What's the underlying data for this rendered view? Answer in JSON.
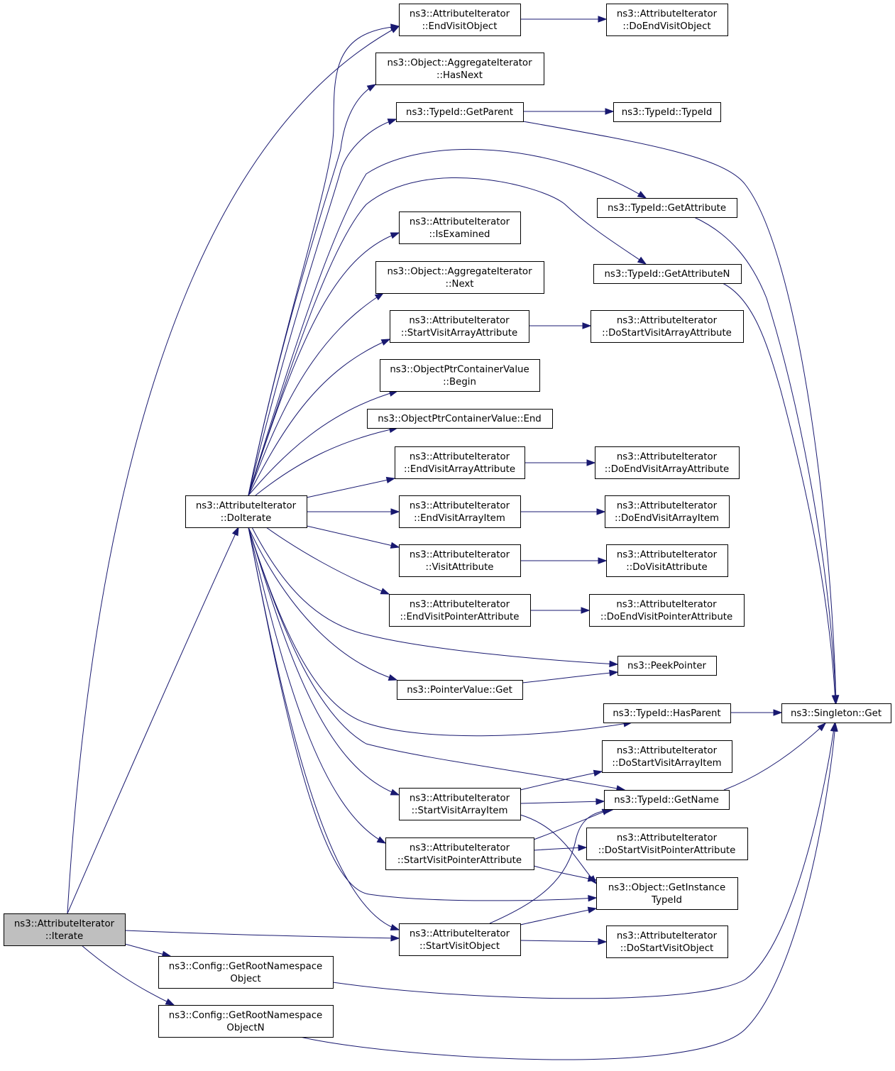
{
  "nodes": {
    "iterate": [
      "ns3::AttributeIterator",
      "::Iterate"
    ],
    "doIterate": [
      "ns3::AttributeIterator",
      "::DoIterate"
    ],
    "getRootNs": [
      "ns3::Config::GetRootNamespace",
      "Object"
    ],
    "getRootNsN": [
      "ns3::Config::GetRootNamespace",
      "ObjectN"
    ],
    "endVisitObject": [
      "ns3::AttributeIterator",
      "::EndVisitObject"
    ],
    "doEndVisitObject": [
      "ns3::AttributeIterator",
      "::DoEndVisitObject"
    ],
    "aggHasNext": [
      "ns3::Object::AggregateIterator",
      "::HasNext"
    ],
    "getParent": [
      "ns3::TypeId::GetParent"
    ],
    "typeIdCtor": [
      "ns3::TypeId::TypeId"
    ],
    "getAttribute": [
      "ns3::TypeId::GetAttribute"
    ],
    "isExamined": [
      "ns3::AttributeIterator",
      "::IsExamined"
    ],
    "getAttributeN": [
      "ns3::TypeId::GetAttributeN"
    ],
    "aggNext": [
      "ns3::Object::AggregateIterator",
      "::Next"
    ],
    "startVisitArrayAttr": [
      "ns3::AttributeIterator",
      "::StartVisitArrayAttribute"
    ],
    "doStartVisitArrayAttr": [
      "ns3::AttributeIterator",
      "::DoStartVisitArrayAttribute"
    ],
    "optrBegin": [
      "ns3::ObjectPtrContainerValue",
      "::Begin"
    ],
    "optrEnd": [
      "ns3::ObjectPtrContainerValue::End"
    ],
    "endVisitArrayAttr": [
      "ns3::AttributeIterator",
      "::EndVisitArrayAttribute"
    ],
    "doEndVisitArrayAttr": [
      "ns3::AttributeIterator",
      "::DoEndVisitArrayAttribute"
    ],
    "endVisitArrayItem": [
      "ns3::AttributeIterator",
      "::EndVisitArrayItem"
    ],
    "doEndVisitArrayItem": [
      "ns3::AttributeIterator",
      "::DoEndVisitArrayItem"
    ],
    "visitAttribute": [
      "ns3::AttributeIterator",
      "::VisitAttribute"
    ],
    "doVisitAttribute": [
      "ns3::AttributeIterator",
      "::DoVisitAttribute"
    ],
    "endVisitPtrAttr": [
      "ns3::AttributeIterator",
      "::EndVisitPointerAttribute"
    ],
    "doEndVisitPtrAttr": [
      "ns3::AttributeIterator",
      "::DoEndVisitPointerAttribute"
    ],
    "peekPointer": [
      "ns3::PeekPointer"
    ],
    "pointerValueGet": [
      "ns3::PointerValue::Get"
    ],
    "hasParent": [
      "ns3::TypeId::HasParent"
    ],
    "singletonGet": [
      "ns3::Singleton::Get"
    ],
    "doStartVisitArrayItem": [
      "ns3::AttributeIterator",
      "::DoStartVisitArrayItem"
    ],
    "startVisitArrayItem": [
      "ns3::AttributeIterator",
      "::StartVisitArrayItem"
    ],
    "getName": [
      "ns3::TypeId::GetName"
    ],
    "startVisitPtrAttr": [
      "ns3::AttributeIterator",
      "::StartVisitPointerAttribute"
    ],
    "doStartVisitPtrAttr": [
      "ns3::AttributeIterator",
      "::DoStartVisitPointerAttribute"
    ],
    "getInstanceTypeId": [
      "ns3::Object::GetInstance",
      "TypeId"
    ],
    "startVisitObject": [
      "ns3::AttributeIterator",
      "::StartVisitObject"
    ],
    "doStartVisitObject": [
      "ns3::AttributeIterator",
      "::DoStartVisitObject"
    ]
  },
  "colors": {
    "edge": "#191970",
    "root_fill": "#bfbfbf",
    "node_fill": "#ffffff",
    "node_border": "#000000"
  }
}
